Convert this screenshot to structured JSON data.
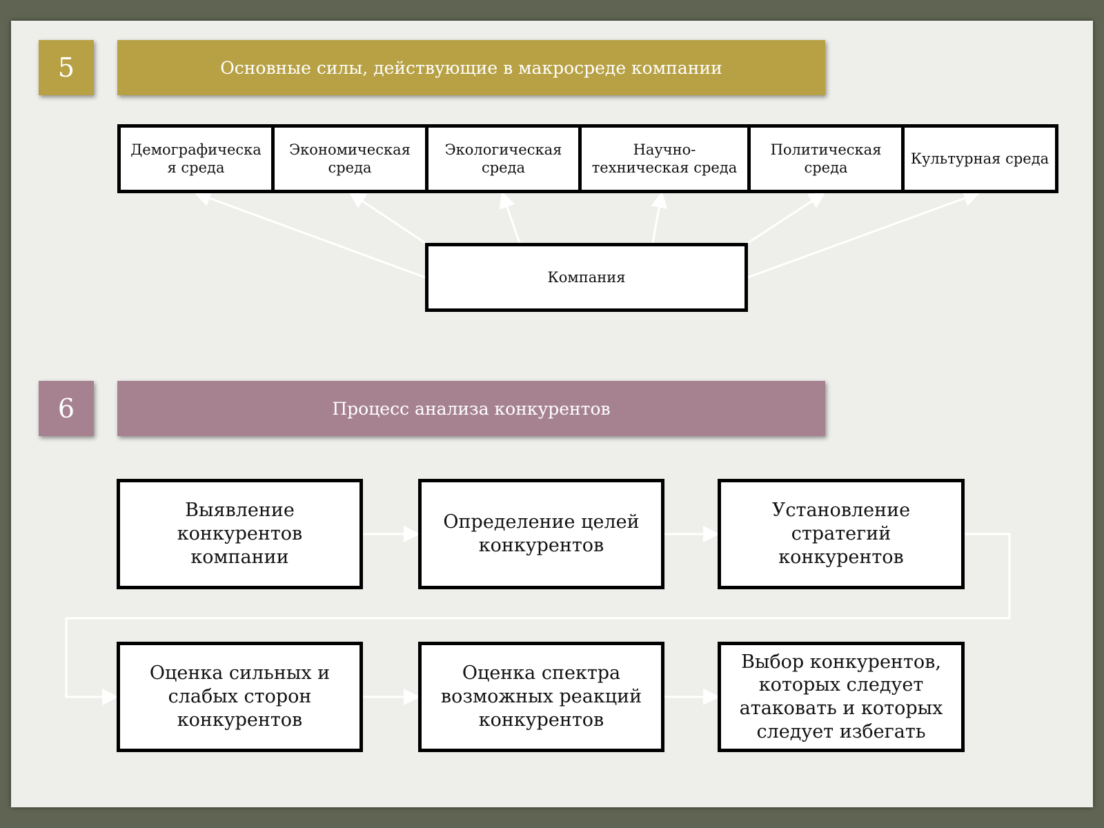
{
  "section5": {
    "number": "5",
    "title": "Основные силы, действующие в макросреде компании",
    "forces": [
      "Демографическа я среда",
      "Экономическая среда",
      "Экологическая среда",
      "Научно-техническая среда",
      "Политическая среда",
      "Культурная среда"
    ],
    "company": "Компания"
  },
  "section6": {
    "number": "6",
    "title": "Процесс анализа конкурентов",
    "steps": [
      "Выявление конкурентов компании",
      "Определение целей конкурентов",
      "Установление стратегий конкурентов",
      "Оценка сильных и слабых сторон конкурентов",
      "Оценка спектра возможных реакций конкурентов",
      "Выбор конкурентов, которых следует атаковать и которых следует избегать"
    ]
  },
  "colors": {
    "section5_accent": "#b7a144",
    "section6_accent": "#a68291"
  }
}
